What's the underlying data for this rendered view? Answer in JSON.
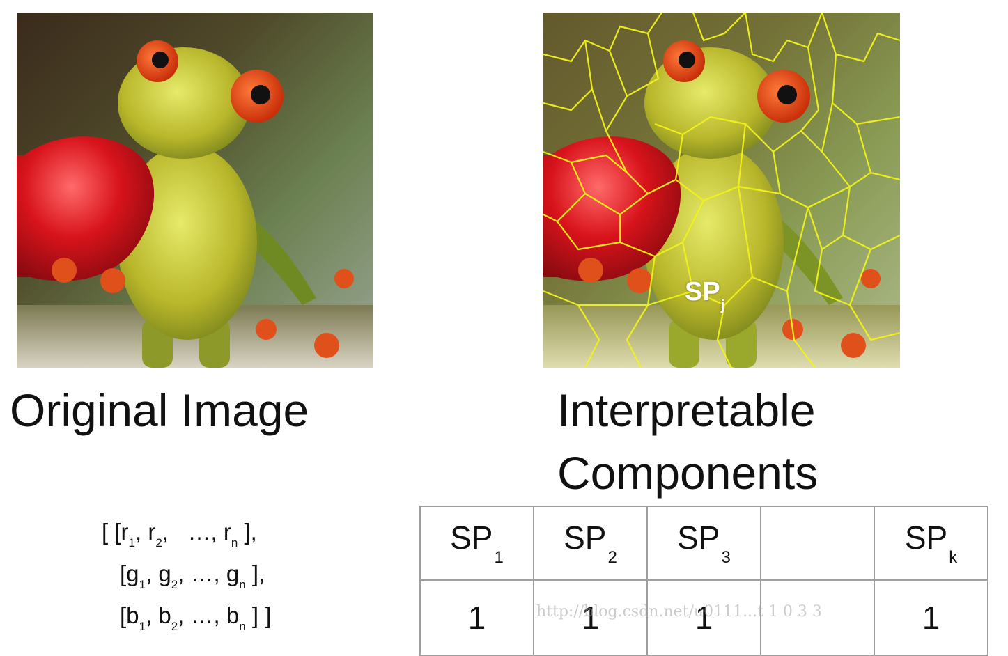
{
  "captions": {
    "original": "Original Image",
    "interpretable_line1": "Interpretable",
    "interpretable_line2": "Components"
  },
  "overlay_label": {
    "base": "SP",
    "sub": "j"
  },
  "matrix": {
    "row1": {
      "open": "[ [",
      "items": [
        {
          "v": "r",
          "s": "1"
        },
        {
          "v": "r",
          "s": "2"
        },
        {
          "v": "r",
          "s": "n"
        }
      ],
      "close": " ],"
    },
    "row2": {
      "open": "[",
      "items": [
        {
          "v": "g",
          "s": "1"
        },
        {
          "v": "g",
          "s": "2"
        },
        {
          "v": "g",
          "s": "n"
        }
      ],
      "close": " ],"
    },
    "row3": {
      "open": "[",
      "items": [
        {
          "v": "b",
          "s": "1"
        },
        {
          "v": "b",
          "s": "2"
        },
        {
          "v": "b",
          "s": "n"
        }
      ],
      "close": " ] ]"
    }
  },
  "table": {
    "headers": [
      {
        "base": "SP",
        "sub": "1"
      },
      {
        "base": "SP",
        "sub": "2"
      },
      {
        "base": "SP",
        "sub": "3"
      },
      {
        "base": "",
        "sub": ""
      },
      {
        "base": "SP",
        "sub": "k"
      }
    ],
    "values": [
      "1",
      "1",
      "1",
      "",
      "1"
    ]
  },
  "watermark": "http://blog.csdn.net/u0111...t 1 0 3 3"
}
